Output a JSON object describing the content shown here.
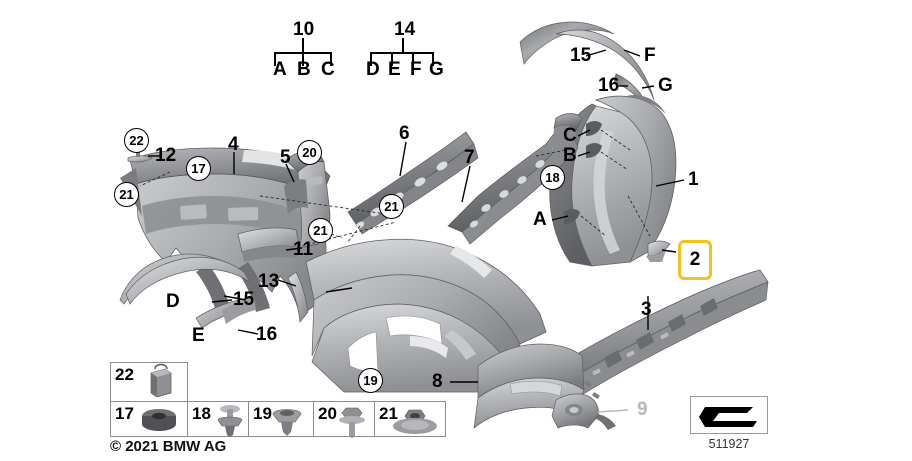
{
  "diagram": {
    "title": "BMW rear bumper exploded parts diagram",
    "reference_number": "511927",
    "copyright": "© 2021 BMW AG",
    "background_color": "#ffffff",
    "highlight_color": "#f2c21c",
    "part_color_light": "#cfd0d2",
    "part_color_mid": "#9a9c9f",
    "part_color_dark": "#6e7073",
    "greyed_label_color": "#b9b9b9"
  },
  "brackets": [
    {
      "name": "bracket-10",
      "number": "10",
      "children": [
        "A",
        "B",
        "C"
      ]
    },
    {
      "name": "bracket-14",
      "number": "14",
      "children": [
        "D",
        "E",
        "F",
        "G"
      ]
    }
  ],
  "callouts": [
    {
      "id": "1",
      "text": "1",
      "style": "number"
    },
    {
      "id": "2",
      "text": "2",
      "style": "highlighted"
    },
    {
      "id": "3",
      "text": "3",
      "style": "number"
    },
    {
      "id": "4",
      "text": "4",
      "style": "number"
    },
    {
      "id": "5",
      "text": "5",
      "style": "number"
    },
    {
      "id": "6",
      "text": "6",
      "style": "number"
    },
    {
      "id": "7",
      "text": "7",
      "style": "number"
    },
    {
      "id": "8",
      "text": "8",
      "style": "number"
    },
    {
      "id": "9",
      "text": "9",
      "style": "greyed"
    },
    {
      "id": "11",
      "text": "11",
      "style": "number"
    },
    {
      "id": "12",
      "text": "12",
      "style": "number"
    },
    {
      "id": "13",
      "text": "13",
      "style": "number"
    },
    {
      "id": "15a",
      "text": "15",
      "style": "number"
    },
    {
      "id": "15b",
      "text": "15",
      "style": "number"
    },
    {
      "id": "16a",
      "text": "16",
      "style": "number"
    },
    {
      "id": "16b",
      "text": "16",
      "style": "number"
    },
    {
      "id": "A",
      "text": "A",
      "style": "letter"
    },
    {
      "id": "B",
      "text": "B",
      "style": "letter"
    },
    {
      "id": "C",
      "text": "C",
      "style": "letter"
    },
    {
      "id": "D",
      "text": "D",
      "style": "letter"
    },
    {
      "id": "E",
      "text": "E",
      "style": "letter"
    },
    {
      "id": "F",
      "text": "F",
      "style": "letter"
    },
    {
      "id": "G",
      "text": "G",
      "style": "letter"
    }
  ],
  "circled_callouts": [
    {
      "id": "c17",
      "text": "17"
    },
    {
      "id": "c18",
      "text": "18"
    },
    {
      "id": "c19",
      "text": "19"
    },
    {
      "id": "c20",
      "text": "20"
    },
    {
      "id": "c21a",
      "text": "21"
    },
    {
      "id": "c21b",
      "text": "21"
    },
    {
      "id": "c21c",
      "text": "21"
    },
    {
      "id": "c22",
      "text": "22"
    }
  ],
  "legend": {
    "name": "fastener-legend",
    "cells": [
      {
        "number": "22",
        "icon": "clip-square-icon"
      },
      {
        "number": "17",
        "icon": "grommet-icon"
      },
      {
        "number": "18",
        "icon": "expanding-rivet-icon"
      },
      {
        "number": "19",
        "icon": "push-rivet-icon"
      },
      {
        "number": "20",
        "icon": "hex-screw-icon"
      },
      {
        "number": "21",
        "icon": "flange-nut-icon"
      }
    ]
  }
}
